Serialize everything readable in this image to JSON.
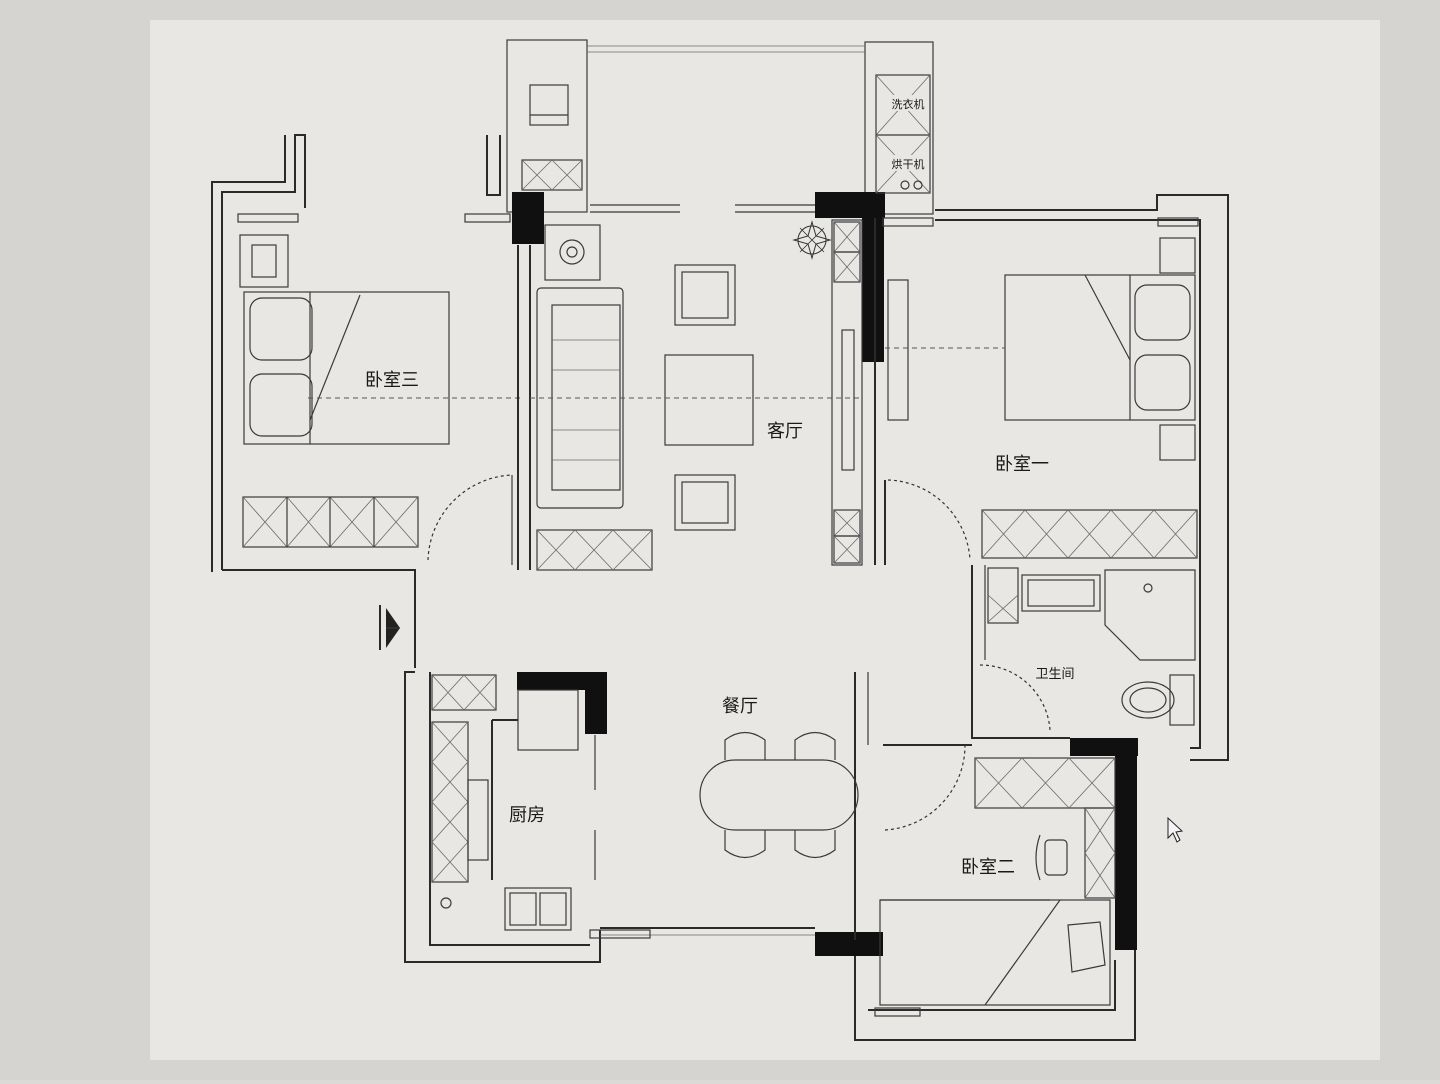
{
  "rooms": {
    "living_room": "客厅",
    "bedroom_one": "卧室一",
    "bedroom_two": "卧室二",
    "bedroom_three": "卧室三",
    "dining_room": "餐厅",
    "kitchen": "厨房",
    "bathroom": "卫生间"
  },
  "appliances": {
    "washer": "洗衣机",
    "dryer": "烘干机"
  },
  "icons": {
    "entrance": "entrance-arrow-icon",
    "cursor": "mouse-cursor-icon",
    "plant": "plant-icon"
  },
  "colors": {
    "screen_background": "#dcdad7",
    "plan_background": "#e9e7e4",
    "wall_line": "#2a2a2a",
    "column_fill": "#101010"
  }
}
